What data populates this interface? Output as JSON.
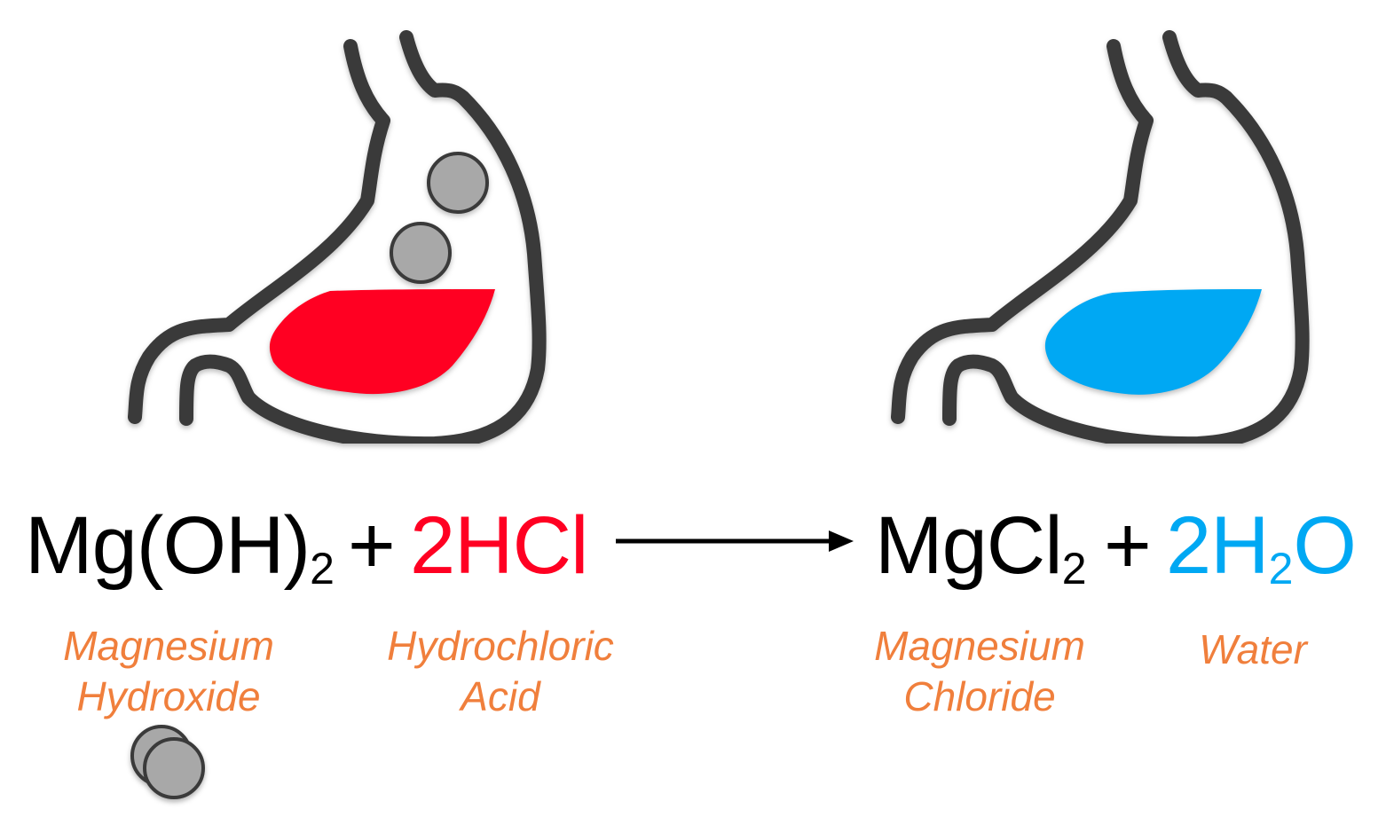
{
  "colors": {
    "outline": "#3a3a3a",
    "acid": "#ff0022",
    "water": "#00a8f3",
    "tablet": "#a8a8a8",
    "label": "#f07f3c",
    "formula": "#000000"
  },
  "icons": {
    "stomach_left": "stomach-with-acid-and-tablets-icon",
    "stomach_right": "stomach-with-water-icon",
    "arrow": "reaction-arrow-icon",
    "tablets": "antacid-tablets-icon"
  },
  "reactants": [
    {
      "formula_main": "Mg(OH)",
      "formula_sub": "2",
      "color": "#000000",
      "name_line1": "Magnesium",
      "name_line2": "Hydroxide"
    },
    {
      "formula_main": "2HCl",
      "color": "#ff0022",
      "name_line1": "Hydrochloric",
      "name_line2": "Acid"
    }
  ],
  "products": [
    {
      "formula_main": "MgCl",
      "formula_sub": "2",
      "color": "#000000",
      "name_line1": "Magnesium",
      "name_line2": "Chloride"
    },
    {
      "formula_pre": "2H",
      "formula_sub": "2",
      "formula_post": "O",
      "color": "#00a8f3",
      "name_line1": "Water"
    }
  ],
  "plus_sign": "+"
}
